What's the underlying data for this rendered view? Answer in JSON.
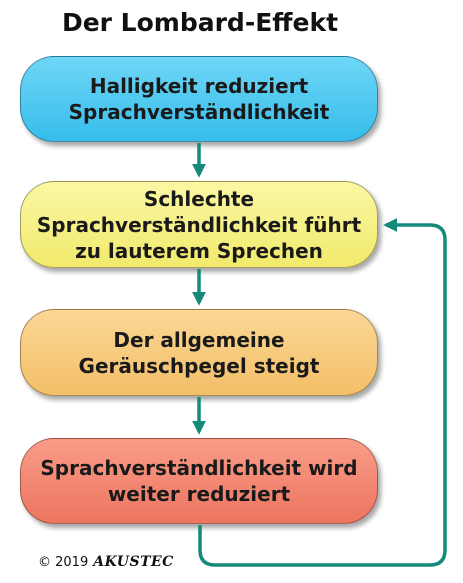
{
  "title": "Der Lombard-Effekt",
  "boxes": [
    "Halligkeit reduziert\nSprachverständlichkeit",
    "Schlechte\nSprachverständlichkeit führt\nzu lauterem Sprechen",
    "Der allgemeine\nGeräuschpegel steigt",
    "Sprachverständlichkeit wird\nweiter reduziert"
  ],
  "footer": {
    "copyright": "© 2019",
    "logo": "AKUSTEC"
  },
  "colors": {
    "box1": "#36bdeb",
    "box2": "#f1ea6c",
    "box3": "#f3bf68",
    "box4": "#ed7560",
    "arrow": "#148a7b"
  }
}
